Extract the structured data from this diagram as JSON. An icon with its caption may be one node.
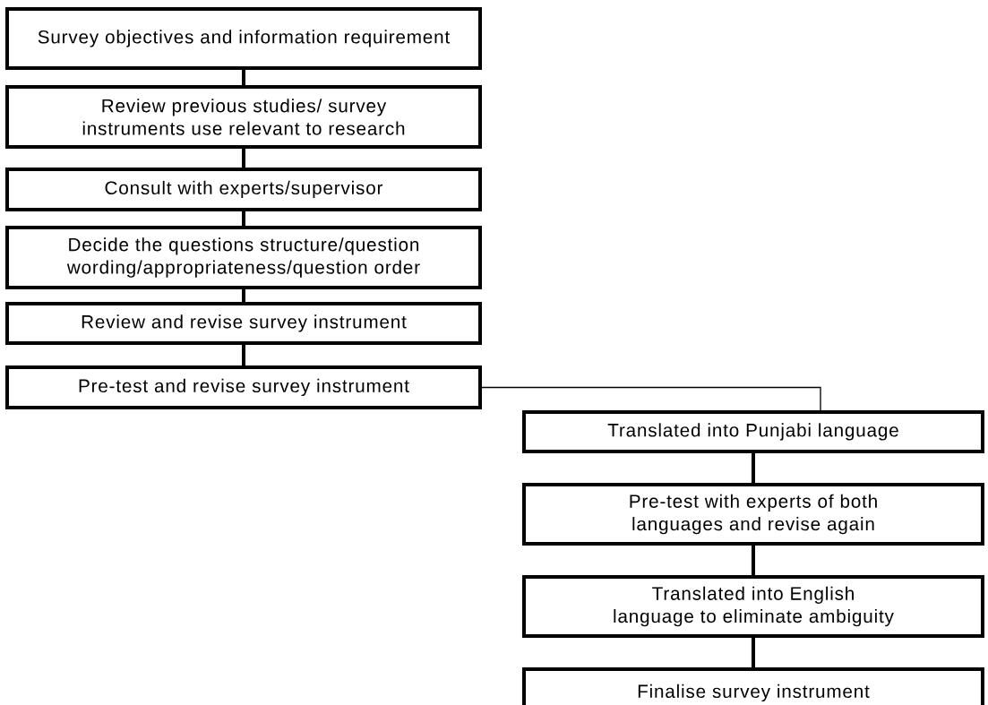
{
  "diagram": {
    "nodes": [
      {
        "text": [
          "Survey objectives and information requirement"
        ]
      },
      {
        "text": [
          "Review previous studies/ survey instruments use relevant to research"
        ]
      },
      {
        "text": [
          "Consult with experts/supervisor"
        ]
      },
      {
        "text": [
          "Decide the questions structure/question wording/appropriateness/question order"
        ]
      },
      {
        "text": [
          "Review and revise survey instrument"
        ]
      },
      {
        "text": [
          "Pre-test and revise survey instrument"
        ]
      },
      {
        "text": [
          "Translated into Punjabi language"
        ]
      },
      {
        "text": [
          "Pre-test with experts of both languages and revise again"
        ]
      },
      {
        "text": [
          "Translated into English language to eliminate ambiguity"
        ]
      },
      {
        "text": [
          "Finalise survey instrument"
        ]
      }
    ],
    "edges": [
      {
        "from": 0,
        "to": 1,
        "arrow": "none"
      },
      {
        "from": 1,
        "to": 2,
        "arrow": "none"
      },
      {
        "from": 2,
        "to": 3,
        "arrow": "none"
      },
      {
        "from": 3,
        "to": 4,
        "arrow": "none"
      },
      {
        "from": 4,
        "to": 5,
        "arrow": "none"
      },
      {
        "from": 5,
        "to": 6,
        "arrow": "none"
      },
      {
        "from": 6,
        "to": 7,
        "arrow": "none"
      },
      {
        "from": 7,
        "to": 8,
        "arrow": "none"
      },
      {
        "from": 8,
        "to": 9,
        "arrow": "none"
      }
    ]
  }
}
